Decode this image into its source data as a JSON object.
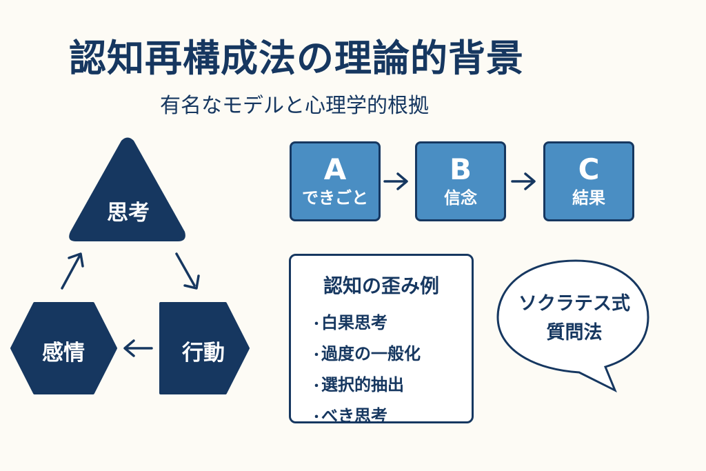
{
  "title": "認知再構成法の理論的背景",
  "subtitle": "有名なモデルと心理学的根拠",
  "cbt_triangle": {
    "thought": "思考",
    "behavior": "行動",
    "emotion": "感情"
  },
  "abc_model": [
    {
      "letter": "A",
      "label": "できごと"
    },
    {
      "letter": "B",
      "label": "信念"
    },
    {
      "letter": "C",
      "label": "結果"
    }
  ],
  "distortions": {
    "title": "認知の歪み例",
    "items": [
      "白果思考",
      "過度の一般化",
      "選択的抽出",
      "べき思考"
    ]
  },
  "socratic": {
    "line1": "ソクラテス式",
    "line2": "質問法"
  },
  "colors": {
    "navy": "#163760",
    "blue": "#4A8EC3",
    "background": "#FDFBF5"
  }
}
